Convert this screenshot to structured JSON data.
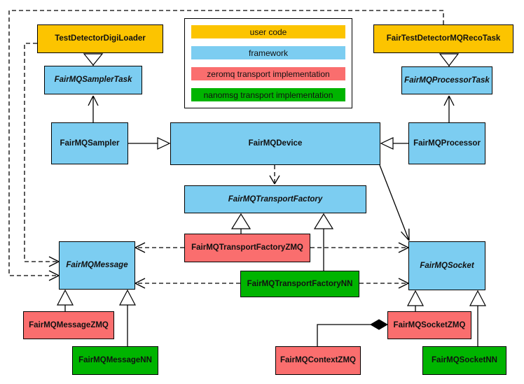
{
  "colors": {
    "user_code": "#FCC400",
    "framework": "#7CCDF1",
    "zeromq": "#FA6E6E",
    "nanomsg": "#00B400"
  },
  "legend": {
    "items": [
      {
        "label": "user code",
        "color_key": "user_code"
      },
      {
        "label": "framework",
        "color_key": "framework"
      },
      {
        "label": "zeromq transport implementation",
        "color_key": "zeromq"
      },
      {
        "label": "nanomsg transport implementation",
        "color_key": "nanomsg"
      }
    ]
  },
  "nodes": {
    "testDetectorDigiLoader": {
      "label": "TestDetectorDigiLoader",
      "category": "user_code"
    },
    "fairTestDetectorMQRecoTask": {
      "label": "FairTestDetectorMQRecoTask",
      "category": "user_code"
    },
    "fairMQSamplerTask": {
      "label": "FairMQSamplerTask",
      "category": "framework",
      "abstract": true
    },
    "fairMQProcessorTask": {
      "label": "FairMQProcessorTask",
      "category": "framework",
      "abstract": true
    },
    "fairMQSampler": {
      "label": "FairMQSampler",
      "category": "framework"
    },
    "fairMQDevice": {
      "label": "FairMQDevice",
      "category": "framework"
    },
    "fairMQProcessor": {
      "label": "FairMQProcessor",
      "category": "framework"
    },
    "fairMQTransportFactory": {
      "label": "FairMQTransportFactory",
      "category": "framework",
      "abstract": true
    },
    "fairMQTransportFactoryZMQ": {
      "label": "FairMQTransportFactoryZMQ",
      "category": "zeromq"
    },
    "fairMQTransportFactoryNN": {
      "label": "FairMQTransportFactoryNN",
      "category": "nanomsg"
    },
    "fairMQMessage": {
      "label": "FairMQMessage",
      "category": "framework",
      "abstract": true
    },
    "fairMQSocket": {
      "label": "FairMQSocket",
      "category": "framework",
      "abstract": true
    },
    "fairMQMessageZMQ": {
      "label": "FairMQMessageZMQ",
      "category": "zeromq"
    },
    "fairMQMessageNN": {
      "label": "FairMQMessageNN",
      "category": "nanomsg"
    },
    "fairMQSocketZMQ": {
      "label": "FairMQSocketZMQ",
      "category": "zeromq"
    },
    "fairMQSocketNN": {
      "label": "FairMQSocketNN",
      "category": "nanomsg"
    },
    "fairMQContextZMQ": {
      "label": "FairMQContextZMQ",
      "category": "zeromq"
    }
  }
}
